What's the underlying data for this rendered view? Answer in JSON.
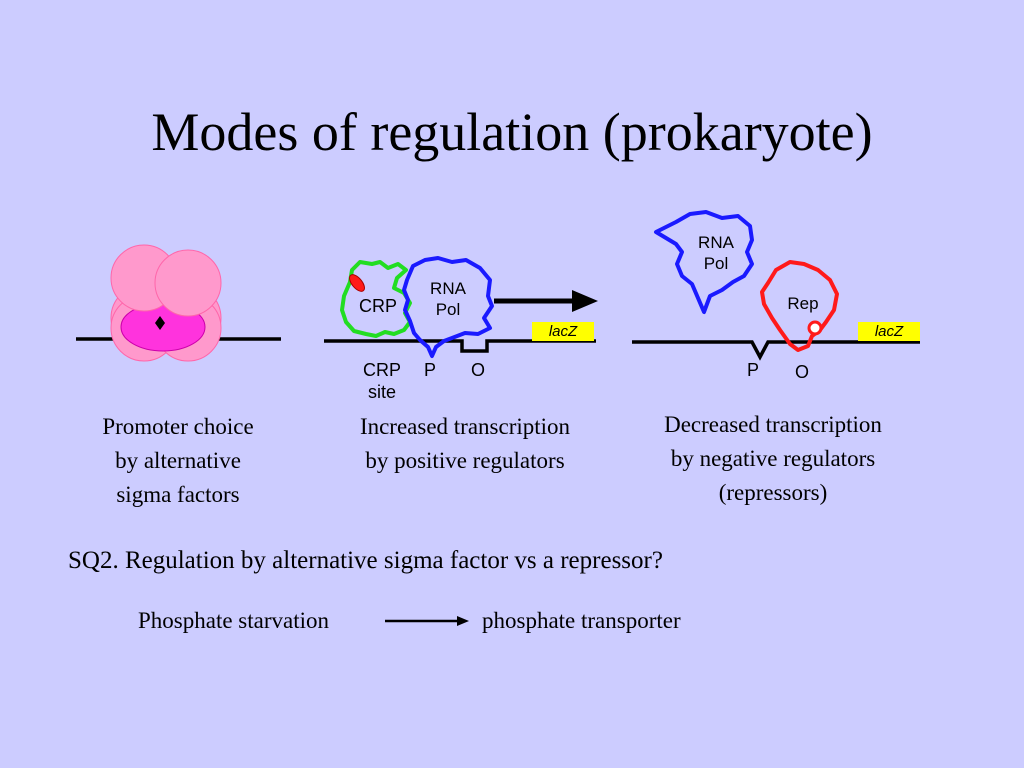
{
  "slide": {
    "title": "Modes of regulation (prokaryote)"
  },
  "panels": {
    "sigma": {
      "caption_l1": "Promoter choice",
      "caption_l2": "by alternative",
      "caption_l3": "sigma factors"
    },
    "positive": {
      "crp_label": "CRP",
      "rna_pol_l1": "RNA",
      "rna_pol_l2": "Pol",
      "gene_label": "lacZ",
      "crp_site_l1": "CRP",
      "crp_site_l2": "site",
      "promoter_label": "P",
      "operator_label": "O",
      "caption_l1": "Increased transcription",
      "caption_l2": "by positive regulators"
    },
    "negative": {
      "rna_pol_l1": "RNA",
      "rna_pol_l2": "Pol",
      "rep_label": "Rep",
      "gene_label": "lacZ",
      "promoter_label": "P",
      "operator_label": "O",
      "caption_l1": "Decreased transcription",
      "caption_l2": "by negative regulators",
      "caption_l3": "(repressors)"
    }
  },
  "question": "SQ2. Regulation by alternative sigma factor vs a repressor?",
  "flow": {
    "from": "Phosphate starvation",
    "to": "phosphate transporter"
  },
  "colors": {
    "background": "#ccccff",
    "crp": "#22dd22",
    "rna_pol": "#1a1aff",
    "repressor": "#ff1a1a",
    "gene_box": "#ffff00",
    "sigma_subunit": "#ff99cc",
    "sigma_core": "#ff33dd"
  }
}
